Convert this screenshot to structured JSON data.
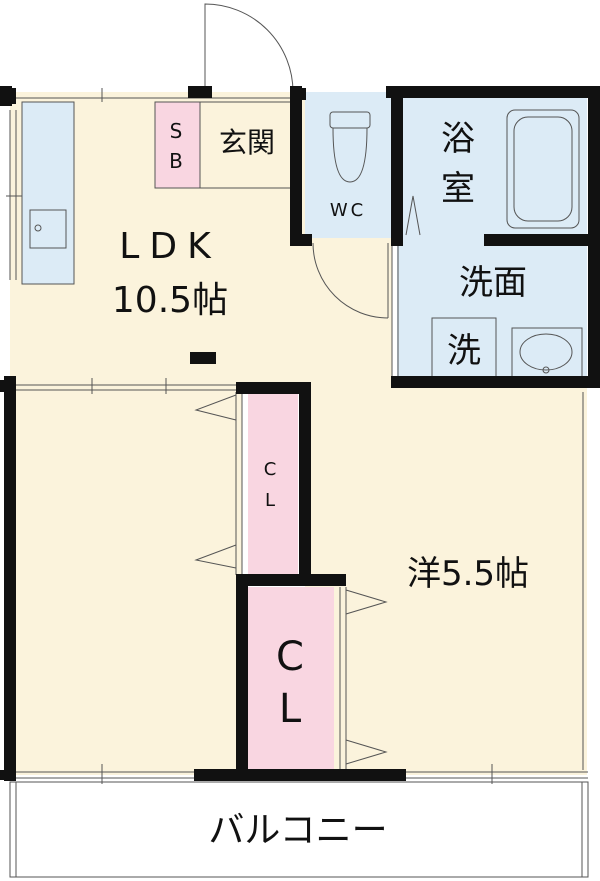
{
  "rooms": {
    "sb": {
      "line1": "S",
      "line2": "B"
    },
    "entrance": "玄関",
    "wc": "WC",
    "bath": {
      "line1": "浴",
      "line2": "室"
    },
    "ldk": {
      "name": "LDK",
      "size": "10.5帖"
    },
    "washroom": "洗面",
    "washer": "洗",
    "closet_small": {
      "line1": "C",
      "line2": "L"
    },
    "closet_large": {
      "line1": "C",
      "line2": "L"
    },
    "western": "洋5.5帖",
    "balcony": "バルコニー"
  },
  "colors": {
    "floor": "#fbf3dc",
    "wet": "#dcebf6",
    "closet": "#f9d6e1",
    "wall": "#111111"
  }
}
